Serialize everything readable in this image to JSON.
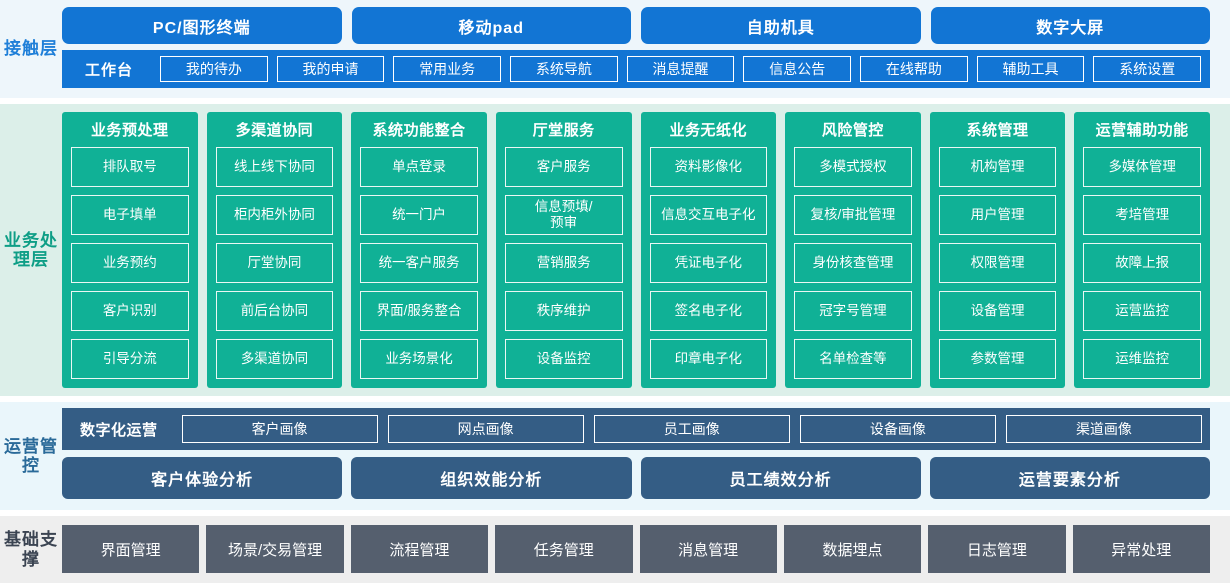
{
  "layers": {
    "contact": {
      "label": "接触层",
      "channels": [
        "PC/图形终端",
        "移动pad",
        "自助机具",
        "数字大屏"
      ],
      "workbench_title": "工作台",
      "workbench_items": [
        "我的待办",
        "我的申请",
        "常用业务",
        "系统导航",
        "消息提醒",
        "信息公告",
        "在线帮助",
        "辅助工具",
        "系统设置"
      ],
      "accent_color": "#1275d4",
      "background_color": "#eef6fb"
    },
    "business": {
      "label": "业务处理层",
      "accent_color": "#10b196",
      "background_color": "#dcefe9",
      "columns": [
        {
          "title": "业务预处理",
          "items": [
            "排队取号",
            "电子填单",
            "业务预约",
            "客户识别",
            "引导分流"
          ]
        },
        {
          "title": "多渠道协同",
          "items": [
            "线上线下协同",
            "柜内柜外协同",
            "厅堂协同",
            "前后台协同",
            "多渠道协同"
          ]
        },
        {
          "title": "系统功能整合",
          "items": [
            "单点登录",
            "统一门户",
            "统一客户服务",
            "界面/服务整合",
            "业务场景化"
          ]
        },
        {
          "title": "厅堂服务",
          "items": [
            "客户服务",
            "信息预填/\n预审",
            "营销服务",
            "秩序维护",
            "设备监控"
          ]
        },
        {
          "title": "业务无纸化",
          "items": [
            "资料影像化",
            "信息交互电子化",
            "凭证电子化",
            "签名电子化",
            "印章电子化"
          ]
        },
        {
          "title": "风险管控",
          "items": [
            "多模式授权",
            "复核/审批管理",
            "身份核查管理",
            "冠字号管理",
            "名单检查等"
          ]
        },
        {
          "title": "系统管理",
          "items": [
            "机构管理",
            "用户管理",
            "权限管理",
            "设备管理",
            "参数管理"
          ]
        },
        {
          "title": "运营辅助功能",
          "items": [
            "多媒体管理",
            "考培管理",
            "故障上报",
            "运营监控",
            "运维监控"
          ]
        }
      ]
    },
    "operations": {
      "label": "运营管控",
      "accent_color": "#345d85",
      "background_color": "#eaf6fb",
      "digital_ops_title": "数字化运营",
      "portraits": [
        "客户画像",
        "网点画像",
        "员工画像",
        "设备画像",
        "渠道画像"
      ],
      "analysis": [
        "客户体验分析",
        "组织效能分析",
        "员工绩效分析",
        "运营要素分析"
      ]
    },
    "base": {
      "label": "基础支撑",
      "accent_color": "#555f6e",
      "background_color": "#eeeeee",
      "items": [
        "界面管理",
        "场景/交易管理",
        "流程管理",
        "任务管理",
        "消息管理",
        "数据埋点",
        "日志管理",
        "异常处理"
      ]
    }
  }
}
